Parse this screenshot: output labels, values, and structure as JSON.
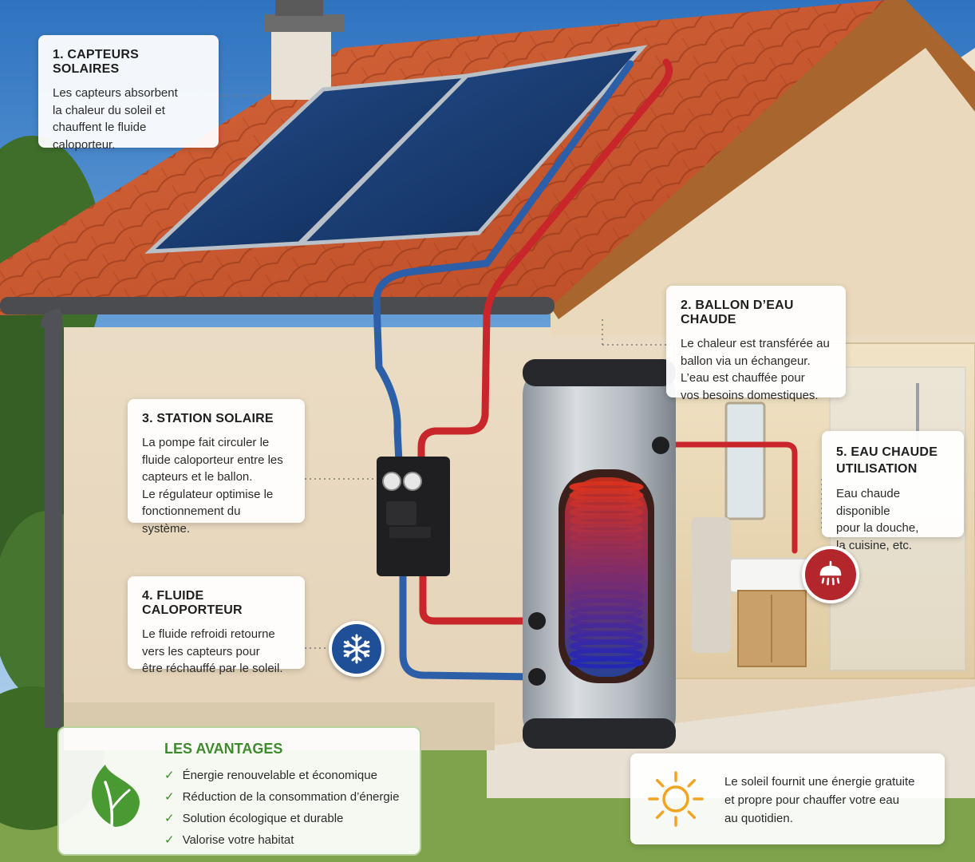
{
  "callouts": [
    {
      "title": "1. CAPTEURS SOLAIRES",
      "text": "Les capteurs absorbent\nla chaleur du soleil et\nchauffent le fluide\ncaloporteur."
    },
    {
      "title": "2. BALLON D’EAU CHAUDE",
      "text": "Le chaleur est transférée au\nballon via un échangeur.\nL’eau est chauffée pour\nvos besoins domestiques."
    },
    {
      "title": "3. STATION SOLAIRE",
      "text": "La pompe fait circuler le\nfluide caloporteur entre les\ncapteurs et le ballon.\nLe régulateur optimise le\nfonctionnement du système."
    },
    {
      "title": "4. FLUIDE CALOPORTEUR",
      "text": "Le fluide refroidi retourne\nvers les capteurs pour\nêtre réchauffé par le soleil."
    },
    {
      "title": "5. EAU CHAUDE\nUTILISATION",
      "text": "Eau chaude disponible\npour la douche,\nla cuisine, etc."
    }
  ],
  "advantages": {
    "title": "LES AVANTAGES",
    "items": [
      "Énergie renouvelable et économique",
      "Réduction de la consommation d’énergie",
      "Solution écologique et durable",
      "Valorise votre habitat"
    ]
  },
  "sun_note": "Le soleil fournit une énergie gratuite\net propre pour chauffer votre eau\nau quotidien.",
  "colors": {
    "hot_pipe": "#c8262a",
    "cold_pipe": "#2d5fa8",
    "green_accent": "#3f8a2c",
    "snow_icon_bg": "#1f4f96",
    "shower_icon_bg": "#b3262c",
    "sun_icon": "#f0a422"
  },
  "icons": [
    "snowflake-icon",
    "shower-icon",
    "leaf-icon",
    "sun-icon",
    "check-icon"
  ]
}
